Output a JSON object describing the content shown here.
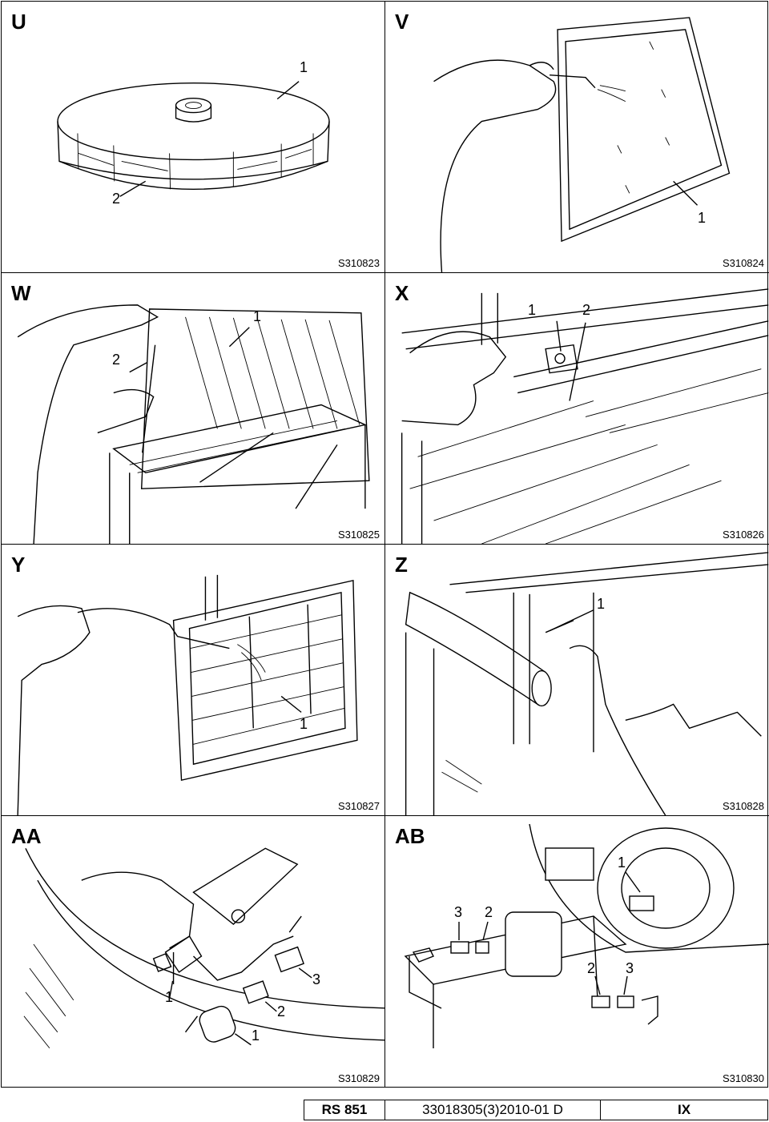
{
  "panels": {
    "U": {
      "label": "U",
      "code": "S310823",
      "callouts": [
        "1",
        "2"
      ]
    },
    "V": {
      "label": "V",
      "code": "S310824",
      "callouts": [
        "1"
      ]
    },
    "W": {
      "label": "W",
      "code": "S310825",
      "callouts": [
        "1",
        "2"
      ]
    },
    "X": {
      "label": "X",
      "code": "S310826",
      "callouts": [
        "1",
        "2"
      ]
    },
    "Y": {
      "label": "Y",
      "code": "S310827",
      "callouts": [
        "1"
      ]
    },
    "Z": {
      "label": "Z",
      "code": "S310828",
      "callouts": [
        "1"
      ]
    },
    "AA": {
      "label": "AA",
      "code": "S310829",
      "callouts": [
        "1",
        "3",
        "2",
        "1"
      ]
    },
    "AB": {
      "label": "AB",
      "code": "S310830",
      "callouts": [
        "1",
        "3",
        "2",
        "2",
        "3"
      ]
    }
  },
  "footer": {
    "model": "RS 851",
    "document": "33018305(3)2010-01 D",
    "page": "IX"
  }
}
